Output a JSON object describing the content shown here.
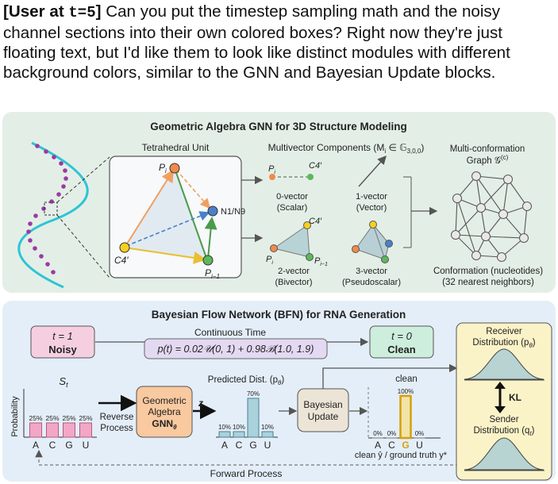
{
  "prompt": {
    "tag_prefix": "[User at ",
    "tag_var": "t=5",
    "tag_suffix": "]",
    "text": " Can you put the timestep sampling math and the noisy channel sections into their own colored boxes? Right now they're just floating text, but I'd like them to look like distinct modules with different background colors, similar to the GNN and Bayesian Update blocks."
  },
  "colors": {
    "gnn_panel": "#e3efe6",
    "bfn_panel": "#e4eef8",
    "noisy_box": "#f5cfe0",
    "clean_box": "#cdeedd",
    "formula_box": "#e3d9f2",
    "gnn_box": "#f9c9a0",
    "update_box": "#ece4d6",
    "receiver_box": "#fbf3c8"
  },
  "gnn": {
    "title": "Geometric Algebra GNN for 3D Structure Modeling",
    "tetra_title": "Tetrahedral Unit",
    "multivector_title": "Multivector Components (M",
    "multivector_sub": "i",
    "multivector_tail": " ∈ 𝔾",
    "multivector_sub2": "3,0,0",
    "multivector_end": ")",
    "graph_title_1": "Multi-conformation",
    "graph_title_2": "Graph 𝒢",
    "graph_sup": "(c)",
    "node_pi": "P",
    "node_pi_sub": "i",
    "node_n": "N1/N9",
    "node_c4": "C4′",
    "node_pi1": "P",
    "node_pi1_sub": "i−1",
    "v0_pi": "P",
    "v0_pi_sub": "i",
    "v0_c4": "C4′",
    "v0_label": "0-vector",
    "v0_name": "(Scalar)",
    "v1_label": "1-vector",
    "v1_name": "(Vector)",
    "v2_c4": "C4′",
    "v2_pi": "P",
    "v2_pi_sub": "i",
    "v2_pi1": "P",
    "v2_pi1_sub": "i−1",
    "v2_label": "2-vector",
    "v2_name": "(Bivector)",
    "v3_label": "3-vector",
    "v3_name": "(Pseudoscalar)",
    "conf_label": "Conformation (nucleotides)",
    "conf_sub": "(32 nearest neighbors)"
  },
  "bfn": {
    "title": "Bayesian Flow Network (BFN) for RNA Generation",
    "noisy_t": "t = 1",
    "noisy_label": "Noisy",
    "continuous_time": "Continuous Time",
    "formula": "p(t) = 0.02𝒰(0, 1) + 0.98ℬ(1.0, 1.9)",
    "clean_t": "t = 0",
    "clean_label": "Clean",
    "st_label": "S",
    "st_sub": "t",
    "prob_axis": "Probability",
    "reverse_1": "Reverse",
    "reverse_2": "Process",
    "gnn_1": "Geometric",
    "gnn_2": "Algebra",
    "gnn_3": "GNN",
    "gnn_sub": "θ",
    "z_label": "z",
    "pred_title": "Predicted Dist. (p",
    "pred_sub": "θ",
    "pred_end": ")",
    "update_1": "Bayesian",
    "update_2": "Update",
    "clean_title": "clean",
    "clean_caption": "clean ŷ / ground truth y*",
    "forward": "Forward Process",
    "receiver_1": "Receiver",
    "receiver_2": "Distribution (p",
    "receiver_sub": "θ",
    "receiver_end": ")",
    "kl": "KL",
    "sender_1": "Sender",
    "sender_2": "Distribution (q",
    "sender_sub": "t",
    "sender_end": ")",
    "categories": [
      "A",
      "C",
      "G",
      "U"
    ]
  },
  "chart_data": [
    {
      "type": "bar",
      "title": "S_t",
      "ylabel": "Probability",
      "categories": [
        "A",
        "C",
        "G",
        "U"
      ],
      "values": [
        25,
        25,
        25,
        25
      ],
      "labels": [
        "25%",
        "25%",
        "25%",
        "25%"
      ]
    },
    {
      "type": "bar",
      "title": "Predicted Dist. (p_θ)",
      "categories": [
        "A",
        "C",
        "G",
        "U"
      ],
      "values": [
        10,
        10,
        70,
        10
      ],
      "labels": [
        "10%",
        "10%",
        "70%",
        "10%"
      ]
    },
    {
      "type": "bar",
      "title": "clean",
      "categories": [
        "A",
        "C",
        "G",
        "U"
      ],
      "values": [
        0,
        0,
        100,
        0
      ],
      "labels": [
        "0%",
        "0%",
        "100%",
        "0%"
      ]
    }
  ]
}
